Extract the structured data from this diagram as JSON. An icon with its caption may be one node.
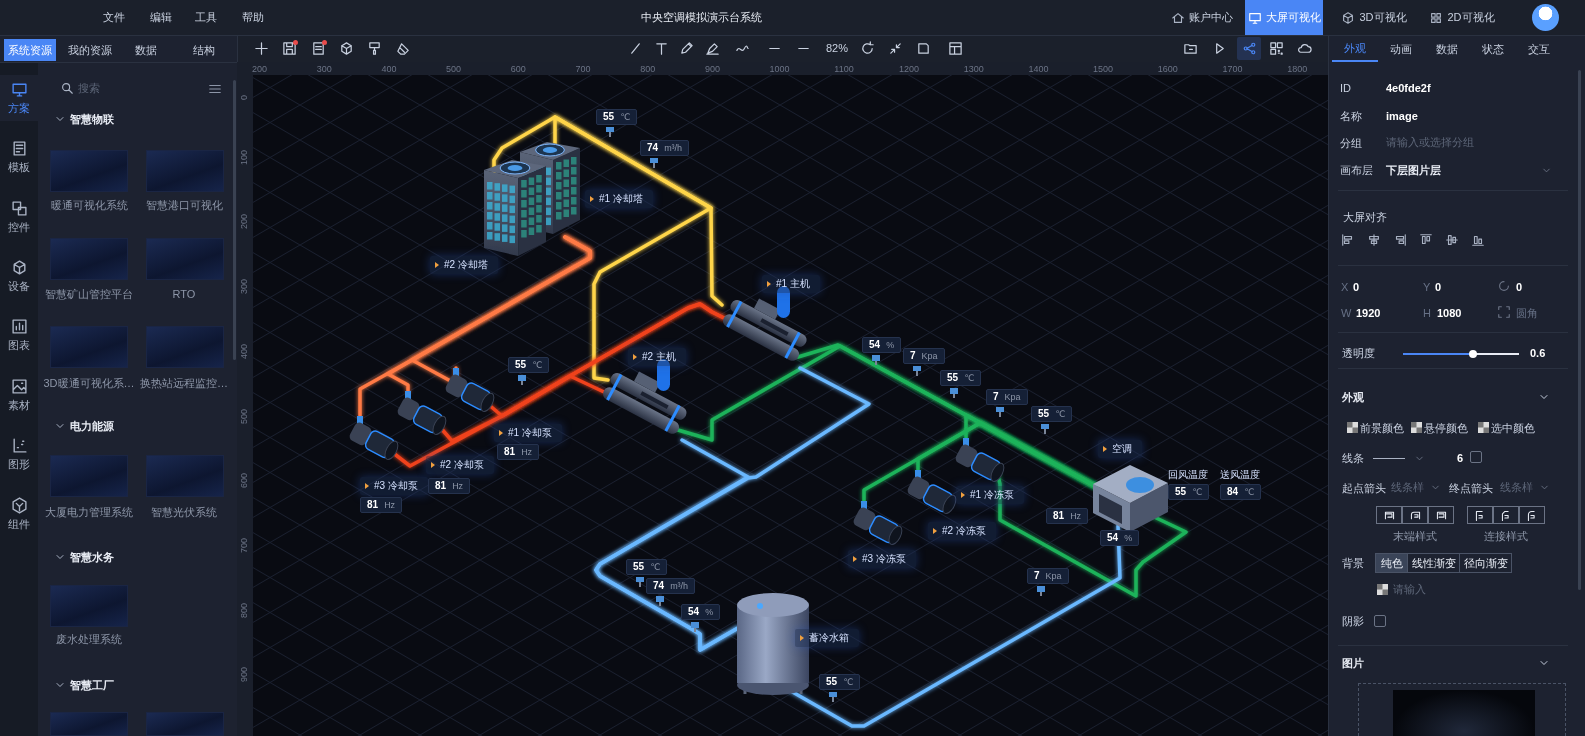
{
  "diagram": {
    "title": "中央空调模拟演示台系统",
    "nodes": [
      {
        "text": [],
        "shape": "picture",
        "beside": [
          "#1 冷却塔"
        ]
      },
      {
        "text": [],
        "shape": "picture",
        "beside": [
          "#2 冷却塔"
        ]
      },
      {
        "text": [],
        "shape": "picture",
        "beside": [
          "#1 主机"
        ]
      },
      {
        "text": [],
        "shape": "picture",
        "beside": [
          "#2 主机"
        ]
      },
      {
        "text": [],
        "shape": "picture",
        "beside": [
          "#1 冷却泵"
        ]
      },
      {
        "text": [],
        "shape": "picture",
        "beside": [
          "#2 冷却泵"
        ]
      },
      {
        "text": [],
        "shape": "picture",
        "beside": [
          "#3 冷却泵"
        ]
      },
      {
        "text": [],
        "shape": "picture",
        "beside": [
          "#1 冷冻泵"
        ]
      },
      {
        "text": [],
        "shape": "picture",
        "beside": [
          "#2 冷冻泵"
        ]
      },
      {
        "text": [],
        "shape": "picture",
        "beside": [
          "#3 冷冻泵"
        ]
      },
      {
        "text": [],
        "shape": "picture",
        "beside": [
          "空调"
        ]
      },
      {
        "text": [],
        "shape": "picture",
        "beside": [
          "蓄冷水箱"
        ]
      }
    ],
    "edges": [
      {
        "from": 1,
        "to": 2,
        "arrow": "none",
        "color": "#ffd54a"
      },
      {
        "from": 0,
        "to": 3,
        "arrow": "none",
        "color": "#ffd54a"
      },
      {
        "from": 0,
        "to": 4,
        "arrow": "none",
        "color": "#ff7a45"
      },
      {
        "from": 0,
        "to": 5,
        "arrow": "none",
        "color": "#ff7a45"
      },
      {
        "from": 0,
        "to": 6,
        "arrow": "none",
        "color": "#ff7a45"
      },
      {
        "from": 4,
        "to": 2,
        "arrow": "none",
        "color": "#f0421c"
      },
      {
        "from": 5,
        "to": 2,
        "arrow": "none",
        "color": "#f0421c"
      },
      {
        "from": 6,
        "to": 3,
        "arrow": "none",
        "color": "#f0421c"
      },
      {
        "from": 3,
        "to": 10,
        "arrow": "none"
      },
      {
        "from": 2,
        "to": 10,
        "arrow": "none"
      },
      {
        "from": 7,
        "to": 10,
        "arrow": "none"
      },
      {
        "from": 8,
        "to": 10,
        "arrow": "none"
      },
      {
        "from": 9,
        "to": 10,
        "arrow": "none"
      },
      {
        "from": 10,
        "to": 7,
        "arrow": "none"
      },
      {
        "from": 2,
        "to": 11,
        "arrow": "none",
        "color": "#6ab8ff"
      },
      {
        "from": 3,
        "to": 11,
        "arrow": "none",
        "color": "#6ab8ff"
      },
      {
        "from": 11,
        "to": 10,
        "arrow": "none",
        "color": "#6ab8ff"
      }
    ],
    "labels": [
      "文件",
      "编辑",
      "工具",
      "帮助",
      "账户中心",
      "大屏可视化",
      "3D可视化",
      "2D可视化",
      "系统资源",
      "我的资源",
      "数据",
      "结构",
      "方案",
      "模板",
      "控件",
      "设备",
      "图表",
      "素材",
      "图形",
      "组件",
      "搜索",
      "智慧物联",
      "暖通可视化系统",
      "智慧港口可视化",
      "智慧矿山管控平台",
      "RTO",
      "3D暖通可视化系…",
      "换热站远程监控…",
      "电力能源",
      "大厦电力管理系统",
      "智慧光伏系统",
      "智慧水务",
      "废水处理系统",
      "智慧工厂",
      "82%",
      "200",
      "300",
      "400",
      "500",
      "600",
      "700",
      "800",
      "900",
      "1000",
      "1100",
      "1200",
      "1300",
      "1400",
      "1500",
      "1600",
      "1700",
      "1800",
      "0",
      "100",
      "200",
      "300",
      "400",
      "500",
      "600",
      "700",
      "800",
      "900",
      "55",
      "℃",
      "74",
      "m³/h",
      "54",
      "%",
      "7",
      "Kpa",
      "55",
      "℃",
      "55",
      "℃",
      "7",
      "Kpa",
      "55",
      "℃",
      "81",
      "Hz",
      "回风温度",
      "送风温度",
      "55",
      "℃",
      "84",
      "℃",
      "81",
      "Hz",
      "81",
      "Hz",
      "81",
      "Hz",
      "54",
      "%",
      "55",
      "℃",
      "7",
      "Kpa",
      "74",
      "m³/h",
      "54",
      "%",
      "55",
      "℃",
      "外观",
      "动画",
      "数据",
      "状态",
      "交互",
      "ID",
      "4e0fde2f",
      "名称",
      "image",
      "分组",
      "请输入或选择分组",
      "画布层",
      "下层图片层",
      "大屏对齐",
      "X",
      "0",
      "Y",
      "0",
      "0",
      "W",
      "1920",
      "H",
      "1080",
      "圆角",
      "透明度",
      "0.6",
      "外观",
      "前景颜色",
      "悬停颜色",
      "选中颜色",
      "线条",
      "6",
      "起点箭头",
      "线条样",
      "终点箭头",
      "线条样",
      "末端样式",
      "连接样式",
      "背景",
      "纯色",
      "线性渐变",
      "径向渐变",
      "请输入",
      "阴影",
      "图片"
    ]
  }
}
